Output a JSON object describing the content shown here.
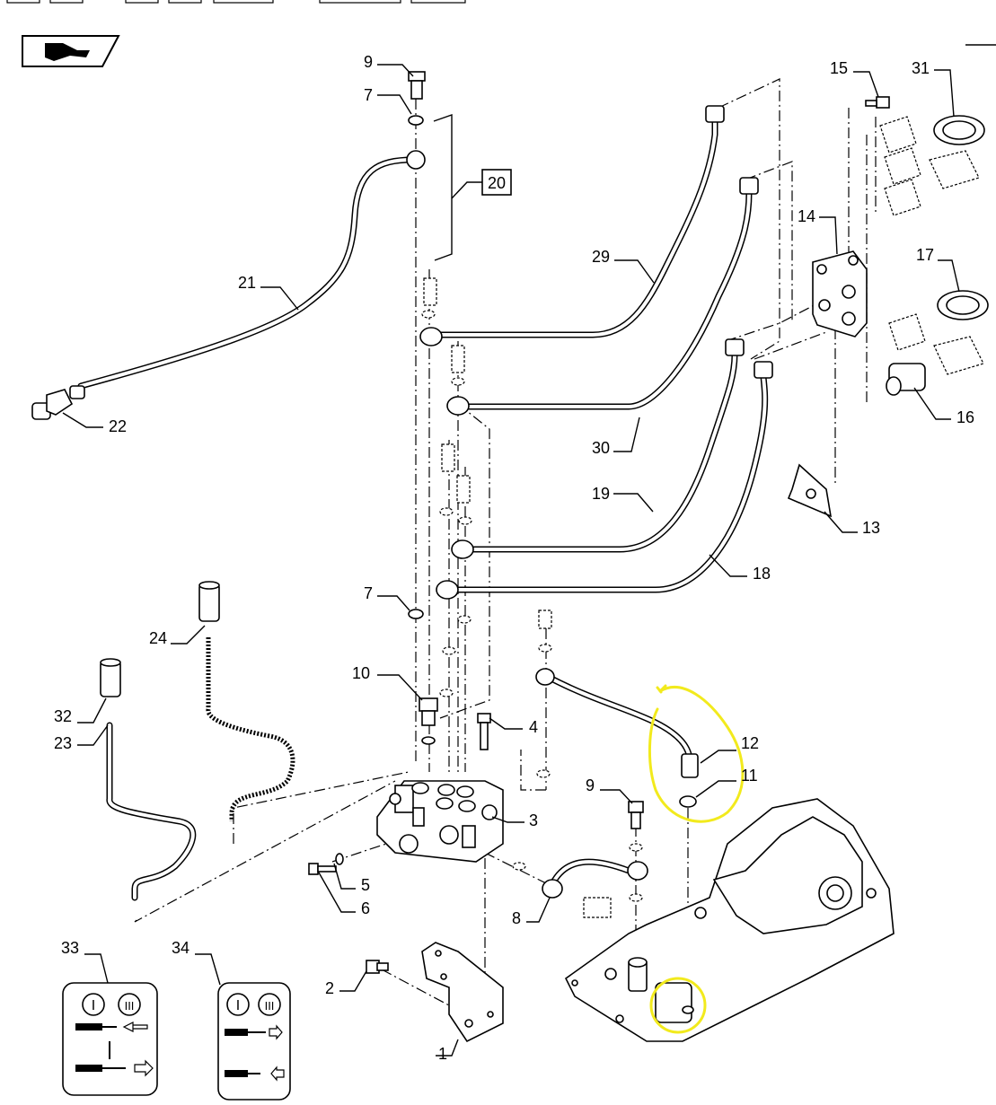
{
  "diagram": {
    "section_ref": "20",
    "callouts": [
      {
        "id": "c1",
        "text": "1"
      },
      {
        "id": "c2",
        "text": "2"
      },
      {
        "id": "c3",
        "text": "3"
      },
      {
        "id": "c4",
        "text": "4"
      },
      {
        "id": "c5",
        "text": "5"
      },
      {
        "id": "c6",
        "text": "6"
      },
      {
        "id": "c7a",
        "text": "7"
      },
      {
        "id": "c7b",
        "text": "7"
      },
      {
        "id": "c8",
        "text": "8"
      },
      {
        "id": "c9a",
        "text": "9"
      },
      {
        "id": "c9b",
        "text": "9"
      },
      {
        "id": "c10",
        "text": "10"
      },
      {
        "id": "c11",
        "text": "11"
      },
      {
        "id": "c12",
        "text": "12"
      },
      {
        "id": "c13",
        "text": "13"
      },
      {
        "id": "c14",
        "text": "14"
      },
      {
        "id": "c15",
        "text": "15"
      },
      {
        "id": "c16",
        "text": "16"
      },
      {
        "id": "c17",
        "text": "17"
      },
      {
        "id": "c18",
        "text": "18"
      },
      {
        "id": "c19",
        "text": "19"
      },
      {
        "id": "c21",
        "text": "21"
      },
      {
        "id": "c22",
        "text": "22"
      },
      {
        "id": "c23",
        "text": "23"
      },
      {
        "id": "c24",
        "text": "24"
      },
      {
        "id": "c29",
        "text": "29"
      },
      {
        "id": "c30",
        "text": "30"
      },
      {
        "id": "c31",
        "text": "31"
      },
      {
        "id": "c32",
        "text": "32"
      },
      {
        "id": "c33",
        "text": "33"
      },
      {
        "id": "c34",
        "text": "34"
      }
    ],
    "decal_33": {
      "icon_a": "I",
      "icon_b": "III"
    },
    "decal_34": {
      "icon_a": "I",
      "icon_b": "III"
    },
    "highlight_color": "#f2ea1d",
    "icons": [
      "hand-pointer-icon",
      "decal-lever-icon"
    ]
  }
}
